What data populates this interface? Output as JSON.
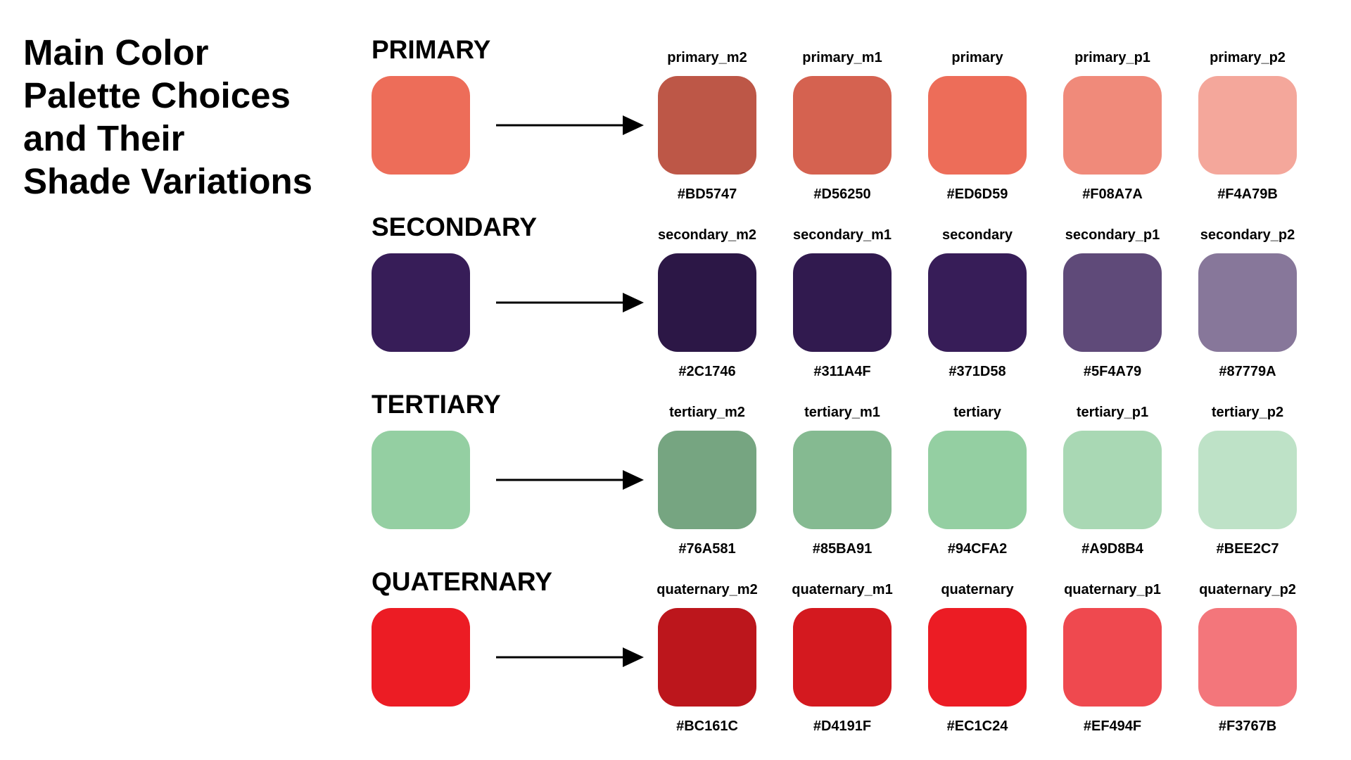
{
  "title": {
    "lines": [
      "Main Color",
      "Palette Choices",
      "and Their",
      "Shade Variations"
    ]
  },
  "groups": [
    {
      "heading": "PRIMARY",
      "main_color": "#ED6D59",
      "shades": [
        {
          "name": "primary_m2",
          "hex": "#BD5747"
        },
        {
          "name": "primary_m1",
          "hex": "#D56250"
        },
        {
          "name": "primary",
          "hex": "#ED6D59"
        },
        {
          "name": "primary_p1",
          "hex": "#F08A7A"
        },
        {
          "name": "primary_p2",
          "hex": "#F4A79B"
        }
      ]
    },
    {
      "heading": "SECONDARY",
      "main_color": "#371D58",
      "shades": [
        {
          "name": "secondary_m2",
          "hex": "#2C1746"
        },
        {
          "name": "secondary_m1",
          "hex": "#311A4F"
        },
        {
          "name": "secondary",
          "hex": "#371D58"
        },
        {
          "name": "secondary_p1",
          "hex": "#5F4A79"
        },
        {
          "name": "secondary_p2",
          "hex": "#87779A"
        }
      ]
    },
    {
      "heading": "TERTIARY",
      "main_color": "#94CFA2",
      "shades": [
        {
          "name": "tertiary_m2",
          "hex": "#76A581"
        },
        {
          "name": "tertiary_m1",
          "hex": "#85BA91"
        },
        {
          "name": "tertiary",
          "hex": "#94CFA2"
        },
        {
          "name": "tertiary_p1",
          "hex": "#A9D8B4"
        },
        {
          "name": "tertiary_p2",
          "hex": "#BEE2C7"
        }
      ]
    },
    {
      "heading": "QUATERNARY",
      "main_color": "#EC1C24",
      "shades": [
        {
          "name": "quaternary_m2",
          "hex": "#BC161C"
        },
        {
          "name": "quaternary_m1",
          "hex": "#D4191F"
        },
        {
          "name": "quaternary",
          "hex": "#EC1C24"
        },
        {
          "name": "quaternary_p1",
          "hex": "#EF494F"
        },
        {
          "name": "quaternary_p2",
          "hex": "#F3767B"
        }
      ]
    }
  ]
}
